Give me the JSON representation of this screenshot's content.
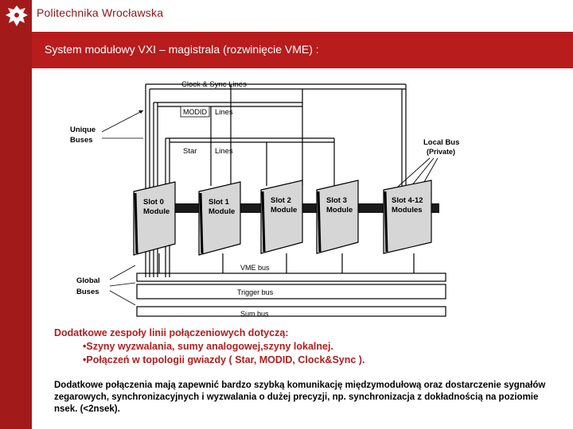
{
  "header": {
    "university_name": "Politechnika Wrocławska",
    "slide_title": "System modułowy VXI – magistrala (rozwinięcie VME) :"
  },
  "diagram": {
    "labels": {
      "clock_sync": "Clock & Sync Lines",
      "modid": "MODID",
      "modid_lines": "Lines",
      "star": "Star",
      "star_lines": "Lines",
      "unique_buses_1": "Unique",
      "unique_buses_2": "Buses",
      "local_bus_1": "Local Bus",
      "local_bus_2": "(Private)",
      "global_buses_1": "Global",
      "global_buses_2": "Buses",
      "vme_bus": "VME bus",
      "trigger_bus": "Trigger bus",
      "sum_bus": "Sum bus"
    },
    "slots": [
      {
        "line1": "Slot 0",
        "line2": "Module"
      },
      {
        "line1": "Slot 1",
        "line2": "Module"
      },
      {
        "line1": "Slot 2",
        "line2": "Module"
      },
      {
        "line1": "Slot 3",
        "line2": "Module"
      },
      {
        "line1": "Slot 4-12",
        "line2": "Modules"
      }
    ]
  },
  "body_text": {
    "red_heading": "Dodatkowe zespoły linii połączeniowych dotyczą:",
    "bullet_1": "•Szyny wyzwalania, sumy analogowej,szyny lokalnej.",
    "bullet_2": "•Połączeń w topologii gwiazdy ( Star, MODID, Clock&Sync ).",
    "paragraph": "Dodatkowe połączenia mają zapewnić bardzo szybką komunikację międzymodułową oraz dostarczenie sygnałów zegarowych, synchronizacyjnych i wyzwalania o dużej precyzji, np. synchronizacja z dokładnością na poziomie nsek. (<2nsek)."
  },
  "colors": {
    "brand_red": "#b81c1c",
    "sidebar_red": "#a31a1a",
    "text_red": "#b31c1c"
  }
}
